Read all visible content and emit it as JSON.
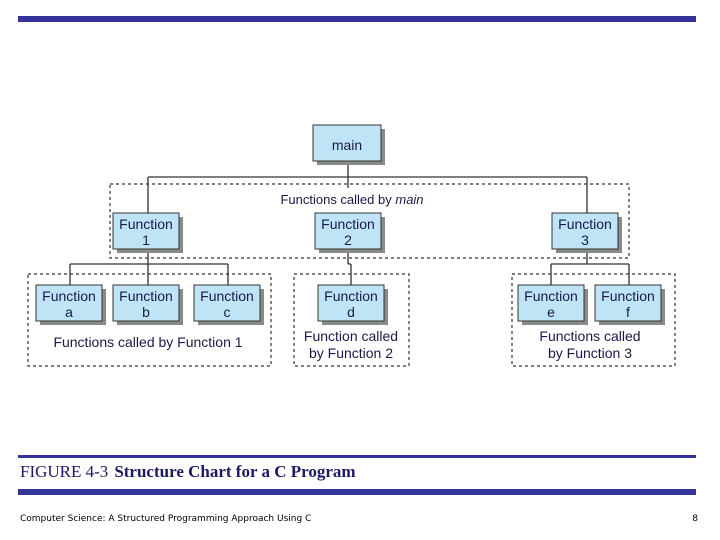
{
  "colors": {
    "accent_bar": "#333399",
    "box_fill": "#bfe4f6",
    "box_shadow": "#8a8a8a",
    "text": "#1a1a4a"
  },
  "diagram": {
    "root": "main",
    "groups": {
      "called_by_main": [
        "Functions called by ",
        "main"
      ],
      "called_by_1": [
        "Functions called by Function 1"
      ],
      "called_by_2": [
        "Function called",
        "by Function 2"
      ],
      "called_by_3": [
        "Functions called",
        "by Function 3"
      ]
    },
    "nodes": {
      "f1": [
        "Function",
        "1"
      ],
      "f2": [
        "Function",
        "2"
      ],
      "f3": [
        "Function",
        "3"
      ],
      "fa": [
        "Function",
        "a"
      ],
      "fb": [
        "Function",
        "b"
      ],
      "fc": [
        "Function",
        "c"
      ],
      "fd": [
        "Function",
        "d"
      ],
      "fe": [
        "Function",
        "e"
      ],
      "ff": [
        "Function",
        "f"
      ]
    }
  },
  "caption": {
    "figure_label": "FIGURE 4-3",
    "title": "Structure Chart for a C Program"
  },
  "footer": {
    "book": "Computer Science: A Structured Programming Approach Using C",
    "page": "8"
  }
}
